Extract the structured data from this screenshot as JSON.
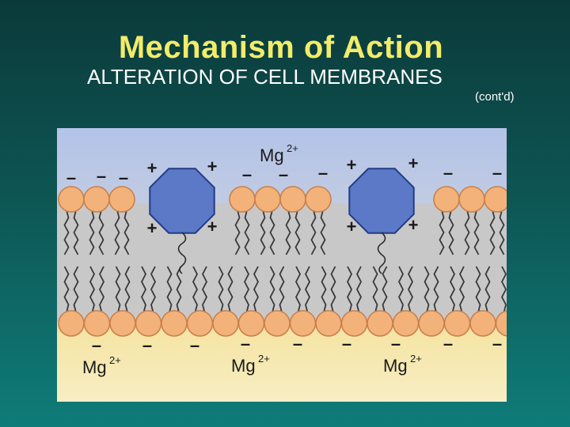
{
  "slide": {
    "title": "Mechanism of Action",
    "subtitle": "ALTERATION OF CELL MEMBRANES",
    "continued": "(cont'd)"
  },
  "diagram": {
    "top_ion": "Mg",
    "top_ion_charge": "2+",
    "bottom_ion": "Mg",
    "bottom_ion_charge": "2+",
    "minus_sign": "–",
    "plus_sign": "+",
    "colors": {
      "extracellular": "#b9c8ea",
      "membrane_core": "#c9c9c9",
      "intracellular": "#f6e7a6",
      "head_fill": "#f2b27a",
      "head_stroke": "#c9804a",
      "drug_fill": "#5b79c6",
      "drug_stroke": "#223c86"
    }
  }
}
